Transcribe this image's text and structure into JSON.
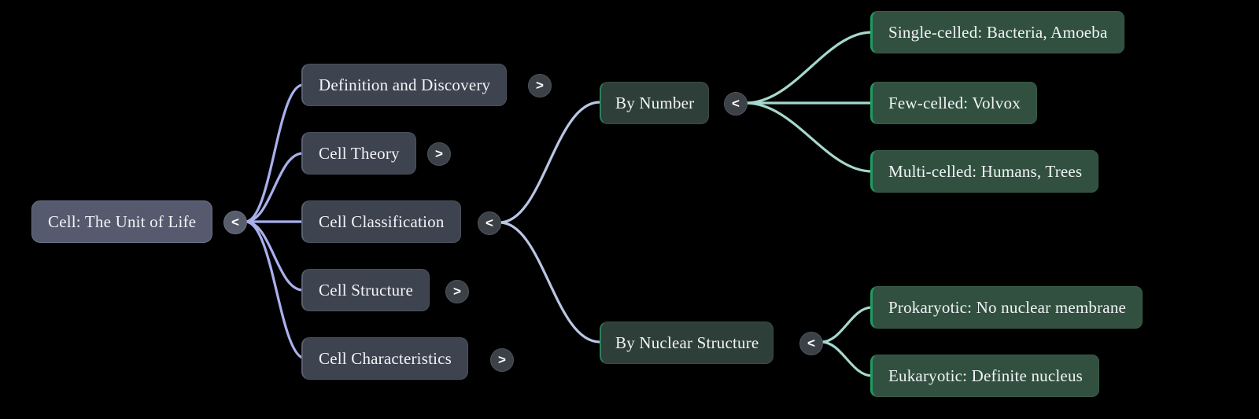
{
  "diagram": {
    "type": "mind-map",
    "background": "#000000",
    "edge_colors": {
      "root_branch": "#aab0ec",
      "classification_branch": "#b9c6e4",
      "leaf_branch": "#a6d8cd"
    },
    "node_colors": {
      "root": "#555a6e",
      "branch": "#3d434f",
      "subbranch": "#2e3f39",
      "leaf": "#31503f",
      "leaf_accent": "#1f9a63",
      "toggle": "#585d6b",
      "text": "#f2f3f7"
    }
  },
  "root": {
    "label": "Cell: The Unit of Life",
    "toggle": "<"
  },
  "branches": [
    {
      "label": "Definition and Discovery",
      "toggle": ">"
    },
    {
      "label": "Cell Theory",
      "toggle": ">"
    },
    {
      "label": "Cell Classification",
      "toggle": "<"
    },
    {
      "label": "Cell Structure",
      "toggle": ">"
    },
    {
      "label": "Cell Characteristics",
      "toggle": ">"
    }
  ],
  "subbranches": [
    {
      "label": "By Number",
      "toggle": "<"
    },
    {
      "label": "By Nuclear Structure",
      "toggle": "<"
    }
  ],
  "leaves_by_number": [
    {
      "label": "Single-celled: Bacteria, Amoeba"
    },
    {
      "label": "Few-celled: Volvox"
    },
    {
      "label": "Multi-celled: Humans, Trees"
    }
  ],
  "leaves_by_nuclear_structure": [
    {
      "label": "Prokaryotic: No nuclear membrane"
    },
    {
      "label": "Eukaryotic: Definite nucleus"
    }
  ]
}
